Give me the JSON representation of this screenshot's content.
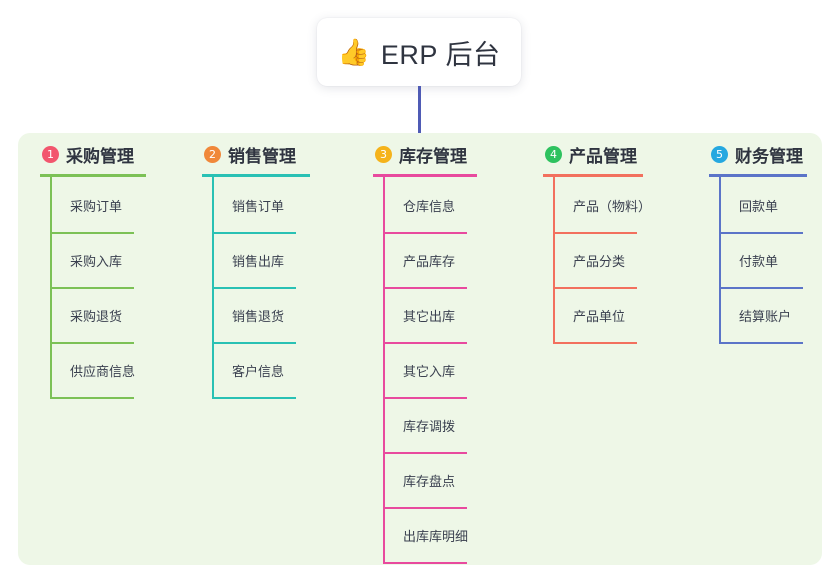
{
  "root": {
    "icon": "thumbs-up-icon",
    "emoji": "👍",
    "title": "ERP 后台"
  },
  "palette": {
    "panel_bg": "#eef7e7",
    "page_bg": "#ffffff",
    "stem": "#4f5bb5",
    "text": "#2f3440"
  },
  "columns": [
    {
      "number": "1",
      "title": "采购管理",
      "badge_color": "#f2566e",
      "line_color": "#7cc156",
      "items": [
        {
          "label": "采购订单"
        },
        {
          "label": "采购入库"
        },
        {
          "label": "采购退货"
        },
        {
          "label": "供应商信息"
        }
      ]
    },
    {
      "number": "2",
      "title": "销售管理",
      "badge_color": "#f0883a",
      "line_color": "#29c1b4",
      "items": [
        {
          "label": "销售订单"
        },
        {
          "label": "销售出库"
        },
        {
          "label": "销售退货"
        },
        {
          "label": "客户信息"
        }
      ]
    },
    {
      "number": "3",
      "title": "库存管理",
      "badge_color": "#f5b31b",
      "line_color": "#e84a9e",
      "items": [
        {
          "label": "仓库信息"
        },
        {
          "label": "产品库存"
        },
        {
          "label": "其它出库"
        },
        {
          "label": "其它入库"
        },
        {
          "label": "库存调拨"
        },
        {
          "label": "库存盘点"
        },
        {
          "label": "出库库明细"
        }
      ]
    },
    {
      "number": "4",
      "title": "产品管理",
      "badge_color": "#2ec25f",
      "line_color": "#f2705e",
      "items": [
        {
          "label": "产品（物料）"
        },
        {
          "label": "产品分类"
        },
        {
          "label": "产品单位"
        }
      ]
    },
    {
      "number": "5",
      "title": "财务管理",
      "badge_color": "#25a8e0",
      "line_color": "#5b74c8",
      "items": [
        {
          "label": "回款单"
        },
        {
          "label": "付款单"
        },
        {
          "label": "结算账户"
        }
      ]
    }
  ]
}
